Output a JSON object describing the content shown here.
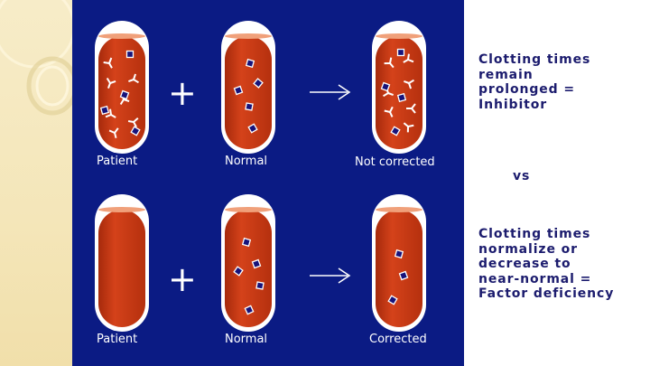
{
  "colors": {
    "panel_blue": "#0b1b84",
    "liquid_red": "#c83a12",
    "text_navy": "#1c1c6e",
    "cream": "#f4e6b9"
  },
  "icons": [
    "plus-icon",
    "arrow-icon",
    "antibody-icon",
    "clotting-factor-icon",
    "test-tube-icon"
  ],
  "rows": [
    {
      "tubes": [
        {
          "label": "Patient"
        },
        {
          "label": "Normal"
        },
        {
          "label": "Not corrected"
        }
      ]
    },
    {
      "tubes": [
        {
          "label": "Patient"
        },
        {
          "label": "Normal"
        },
        {
          "label": "Corrected"
        }
      ]
    }
  ],
  "results": {
    "inhibitor_lines": [
      "Clotting times",
      "remain",
      "prolonged =",
      "Inhibitor"
    ],
    "vs": "vs",
    "deficiency_lines": [
      "Clotting times",
      "normalize or",
      "decrease to",
      "near-normal =",
      "Factor deficiency"
    ]
  }
}
